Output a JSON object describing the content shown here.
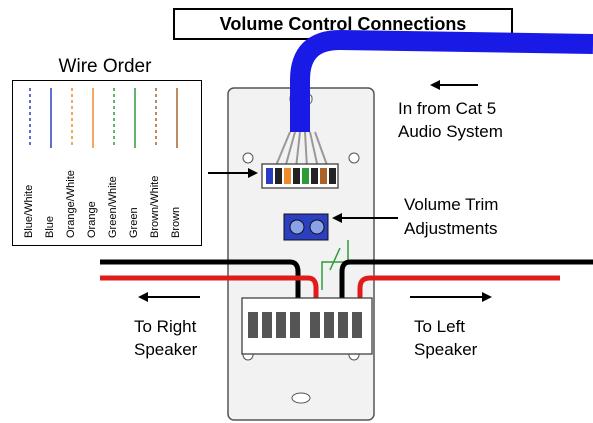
{
  "title": "Volume Control Connections",
  "wire_order": {
    "title": "Wire Order",
    "wires": [
      {
        "label": "Blue/White",
        "color": "#2b3cc4",
        "dashed": true
      },
      {
        "label": "Blue",
        "color": "#2b3cc4",
        "dashed": false
      },
      {
        "label": "Orange/White",
        "color": "#f08a2c",
        "dashed": true
      },
      {
        "label": "Orange",
        "color": "#f08a2c",
        "dashed": false
      },
      {
        "label": "Green/White",
        "color": "#2e9a3a",
        "dashed": true
      },
      {
        "label": "Green",
        "color": "#2e9a3a",
        "dashed": false
      },
      {
        "label": "Brown/White",
        "color": "#a8622a",
        "dashed": true
      },
      {
        "label": "Brown",
        "color": "#a8622a",
        "dashed": false
      }
    ]
  },
  "labels": {
    "input_line1": "In from Cat 5",
    "input_line2": "Audio System",
    "trim_line1": "Volume Trim",
    "trim_line2": "Adjustments",
    "right_line1": "To Right",
    "right_line2": "Speaker",
    "left_line1": "To Left",
    "left_line2": "Speaker"
  },
  "colors": {
    "cable": "#1a1ae6",
    "red_wire": "#e01b1b",
    "black_wire": "#000000",
    "trim_block": "#2b3fc0"
  }
}
